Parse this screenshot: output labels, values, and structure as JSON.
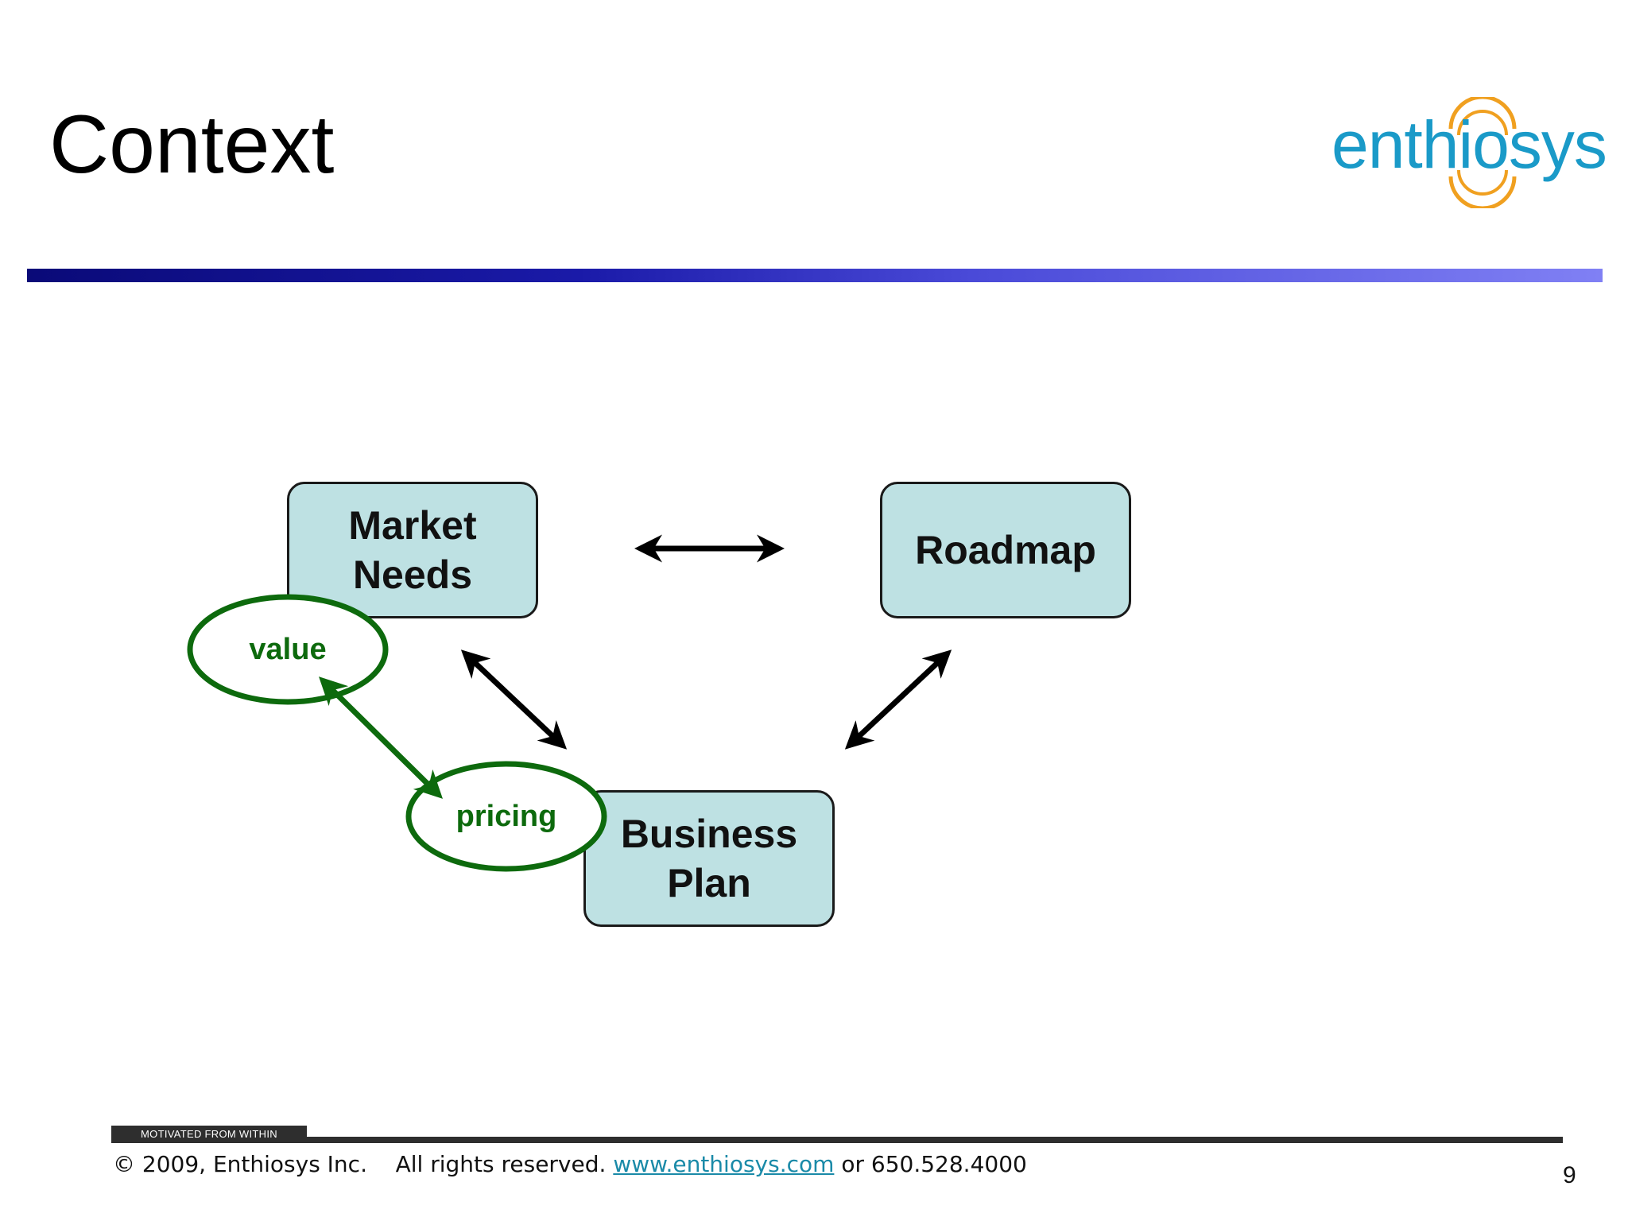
{
  "slide": {
    "title": "Context",
    "page_number": "9"
  },
  "logo": {
    "text": "enthiosys"
  },
  "diagram": {
    "boxes": {
      "market_needs": "Market\nNeeds",
      "roadmap": "Roadmap",
      "business_plan": "Business\nPlan"
    },
    "ovals": {
      "value": "value",
      "pricing": "pricing"
    }
  },
  "footer": {
    "tagline": "MOTIVATED FROM WITHIN",
    "copyright": "© 2009, Enthiosys Inc.",
    "rights": "All rights reserved.",
    "url": "www.enthiosys.com",
    "phone_prefix": "or",
    "phone": "650.528.4000"
  },
  "colors": {
    "box_fill": "#bee1e3",
    "oval_green": "#0d6a0d",
    "logo_blue": "#1a9ac8",
    "logo_orange": "#f0a020"
  }
}
